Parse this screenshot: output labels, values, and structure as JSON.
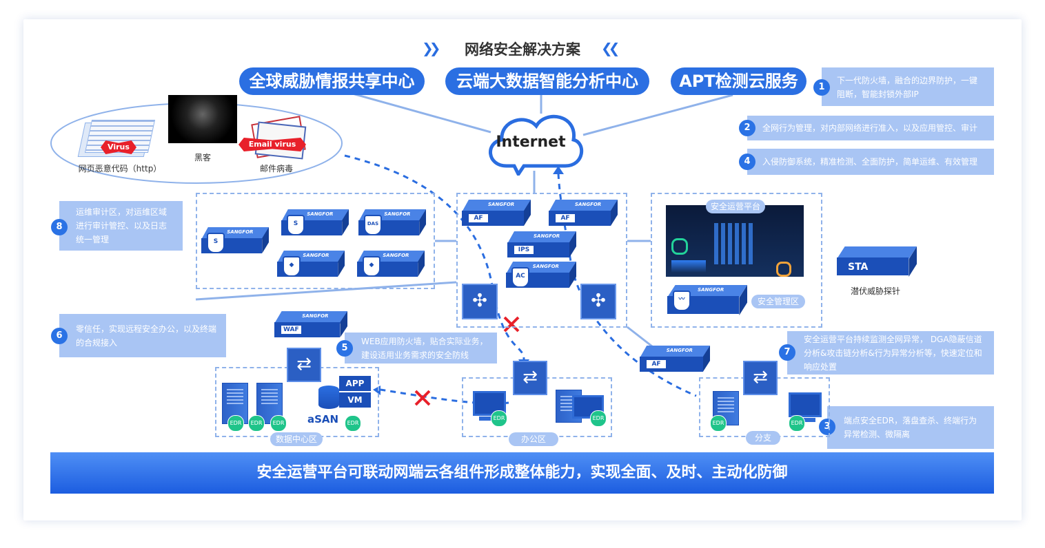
{
  "title": "网络安全解决方案",
  "services": [
    "全球威胁情报共享中心",
    "云端大数据智能分析中心",
    "APT检测云服务"
  ],
  "internet_label": "Internet",
  "threats": {
    "web": {
      "badge": "Virus",
      "label": "网页恶意代码（http）"
    },
    "hacker": {
      "label": "黑客"
    },
    "mail": {
      "badge": "Email virus",
      "label": "邮件病毒"
    }
  },
  "notes": [
    {
      "num": "1",
      "text": "下一代防火墙，融合的边界防护，一键阻断，智能封锁外部IP"
    },
    {
      "num": "2",
      "text": "全网行为管理，对内部网络进行准入，以及应用管控、审计"
    },
    {
      "num": "4",
      "text": "入侵防御系统，精准检测、全面防护，简单运维、有效管理"
    },
    {
      "num": "8",
      "text": "运维审计区，对运维区域进行审计管控、以及日志统一管理"
    },
    {
      "num": "6",
      "text": "零信任，实现远程安全办公，以及终端的合规接入"
    },
    {
      "num": "5",
      "text": "WEB应用防火墙，贴合实际业务，建设适用业务需求的安全防线"
    },
    {
      "num": "7",
      "text": "安全运营平台持续监测全网异常， DGA隐蔽信道分析&攻击链分析&行为异常分析等，快速定位和响应处置"
    },
    {
      "num": "3",
      "text": "端点安全EDR，落盘查杀、终端行为异常检测、微隔离"
    }
  ],
  "device_brand": "SANGFOR",
  "device_tags": {
    "af": "AF",
    "ips": "IPS",
    "ac": "AC",
    "waf": "WAF",
    "das": "DAS",
    "sta": "STA",
    "app": "APP",
    "vm": "VM",
    "asan": "aSAN",
    "edr": "EDR"
  },
  "zones": {
    "mgmt_platform": "安全运营平台",
    "mgmt_zone": "安全管理区",
    "sta_label": "潜伏威胁探针",
    "datacenter": "数据中心区",
    "office": "办公区",
    "branch": "分支"
  },
  "bottom_banner": "安全运营平台可联动网端云各组件形成整体能力，实现全面、及时、主动化防御",
  "colors": {
    "accent": "#2b6fe2",
    "note_bg": "#a9c5f4",
    "block_red": "#e8202a",
    "edr_green": "#1fc48a"
  }
}
